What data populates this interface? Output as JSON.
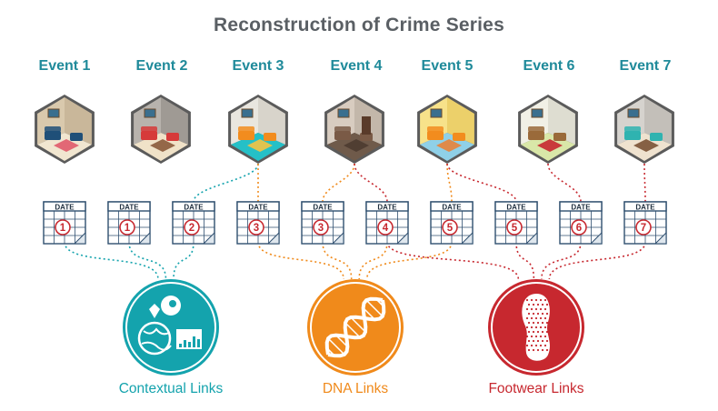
{
  "title": "Reconstruction of Crime Series",
  "events": [
    {
      "label": "Event 1"
    },
    {
      "label": "Event 2"
    },
    {
      "label": "Event 3"
    },
    {
      "label": "Event 4"
    },
    {
      "label": "Event 5"
    },
    {
      "label": "Event 6"
    },
    {
      "label": "Event 7"
    }
  ],
  "calendars": [
    {
      "header": "DATE",
      "number": "1"
    },
    {
      "header": "DATE",
      "number": "1"
    },
    {
      "header": "DATE",
      "number": "2"
    },
    {
      "header": "DATE",
      "number": "3"
    },
    {
      "header": "DATE",
      "number": "3"
    },
    {
      "header": "DATE",
      "number": "4"
    },
    {
      "header": "DATE",
      "number": "5"
    },
    {
      "header": "DATE",
      "number": "5"
    },
    {
      "header": "DATE",
      "number": "6"
    },
    {
      "header": "DATE",
      "number": "7"
    }
  ],
  "hubs": [
    {
      "label": "Contextual Links",
      "color": "#14a3ad"
    },
    {
      "label": "DNA Links",
      "color": "#f08a1b"
    },
    {
      "label": "Footwear Links",
      "color": "#c7282f"
    }
  ],
  "colors": {
    "event_label": "#1f8a9a",
    "title": "#5a5f64",
    "calendar_number": "#c7282f"
  }
}
